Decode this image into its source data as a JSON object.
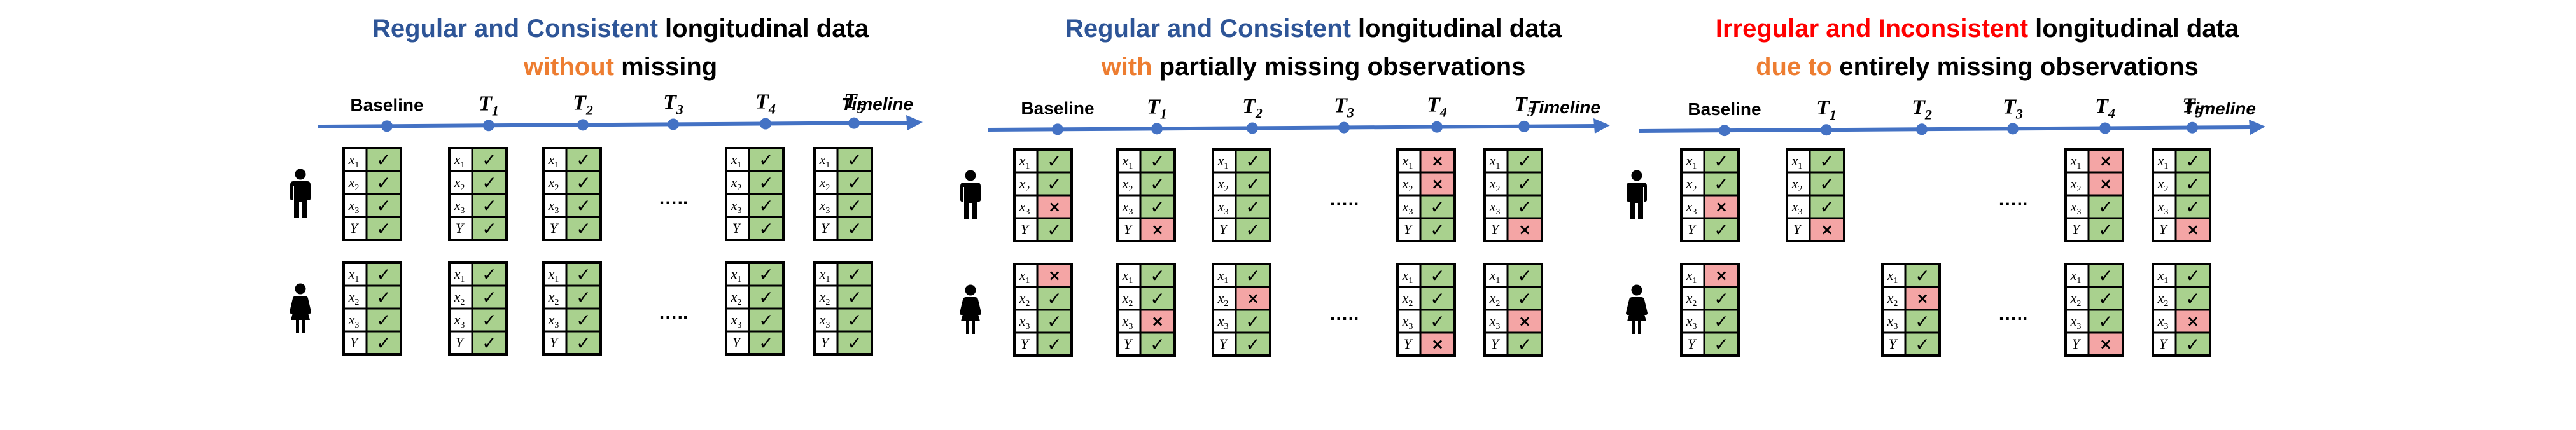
{
  "colors": {
    "blue": "#2E5597",
    "orange": "#ED7D31",
    "red": "#FF0000",
    "axis": "#4472C4",
    "present": "#A9D18E",
    "missing": "#F4A5A5",
    "black": "#000000"
  },
  "timepoints": [
    {
      "main": "Baseline",
      "sub": ""
    },
    {
      "main": "T",
      "sub": "1"
    },
    {
      "main": "T",
      "sub": "2"
    },
    {
      "main": "T",
      "sub": "3"
    },
    {
      "main": "T",
      "sub": "4"
    },
    {
      "main": "T",
      "sub": "5"
    }
  ],
  "timeline_label": "Timeline",
  "variables": [
    {
      "main": "x",
      "sub": "1"
    },
    {
      "main": "x",
      "sub": "2"
    },
    {
      "main": "x",
      "sub": "3"
    },
    {
      "main": "Y",
      "sub": ""
    }
  ],
  "present_symbol": "✓",
  "missing_symbol": "×",
  "ellipsis": "…..",
  "icons": [
    "male-person-icon",
    "female-person-icon"
  ],
  "panels": [
    {
      "title_line1": [
        {
          "text": "Regular and Consistent",
          "color": "blue"
        },
        {
          "text": " longitudinal data",
          "color": "black"
        }
      ],
      "title_line2": [
        {
          "text": "without",
          "color": "orange"
        },
        {
          "text": " missing",
          "color": "black"
        }
      ],
      "subjects": [
        {
          "icon": "male-person-icon",
          "visits": [
            [
              1,
              1,
              1,
              1
            ],
            [
              1,
              1,
              1,
              1
            ],
            [
              1,
              1,
              1,
              1
            ],
            null,
            [
              1,
              1,
              1,
              1
            ],
            [
              1,
              1,
              1,
              1
            ]
          ]
        },
        {
          "icon": "female-person-icon",
          "visits": [
            [
              1,
              1,
              1,
              1
            ],
            [
              1,
              1,
              1,
              1
            ],
            [
              1,
              1,
              1,
              1
            ],
            null,
            [
              1,
              1,
              1,
              1
            ],
            [
              1,
              1,
              1,
              1
            ]
          ]
        }
      ]
    },
    {
      "title_line1": [
        {
          "text": "Regular and Consistent",
          "color": "blue"
        },
        {
          "text": " longitudinal data",
          "color": "black"
        }
      ],
      "title_line2": [
        {
          "text": "with",
          "color": "orange"
        },
        {
          "text": " partially missing observations",
          "color": "black"
        }
      ],
      "subjects": [
        {
          "icon": "male-person-icon",
          "visits": [
            [
              1,
              1,
              0,
              1
            ],
            [
              1,
              1,
              1,
              0
            ],
            [
              1,
              1,
              1,
              1
            ],
            null,
            [
              0,
              0,
              1,
              1
            ],
            [
              1,
              1,
              1,
              0
            ]
          ]
        },
        {
          "icon": "female-person-icon",
          "visits": [
            [
              0,
              1,
              1,
              1
            ],
            [
              1,
              1,
              0,
              1
            ],
            [
              1,
              0,
              1,
              1
            ],
            null,
            [
              1,
              1,
              1,
              0
            ],
            [
              1,
              1,
              0,
              1
            ]
          ]
        }
      ]
    },
    {
      "title_line1": [
        {
          "text": "Irregular and Inconsistent",
          "color": "red"
        },
        {
          "text": " longitudinal data",
          "color": "black"
        }
      ],
      "title_line2": [
        {
          "text": "due to",
          "color": "orange"
        },
        {
          "text": " entirely missing observations",
          "color": "black"
        }
      ],
      "subjects": [
        {
          "icon": "male-person-icon",
          "visits": [
            [
              1,
              1,
              0,
              1
            ],
            [
              1,
              1,
              1,
              0
            ],
            "absent",
            null,
            [
              0,
              0,
              1,
              1
            ],
            [
              1,
              1,
              1,
              0
            ]
          ]
        },
        {
          "icon": "female-person-icon",
          "visits": [
            [
              0,
              1,
              1,
              1
            ],
            "absent",
            [
              1,
              0,
              1,
              1
            ],
            null,
            [
              1,
              1,
              1,
              0
            ],
            [
              1,
              1,
              0,
              1
            ]
          ]
        }
      ]
    }
  ]
}
